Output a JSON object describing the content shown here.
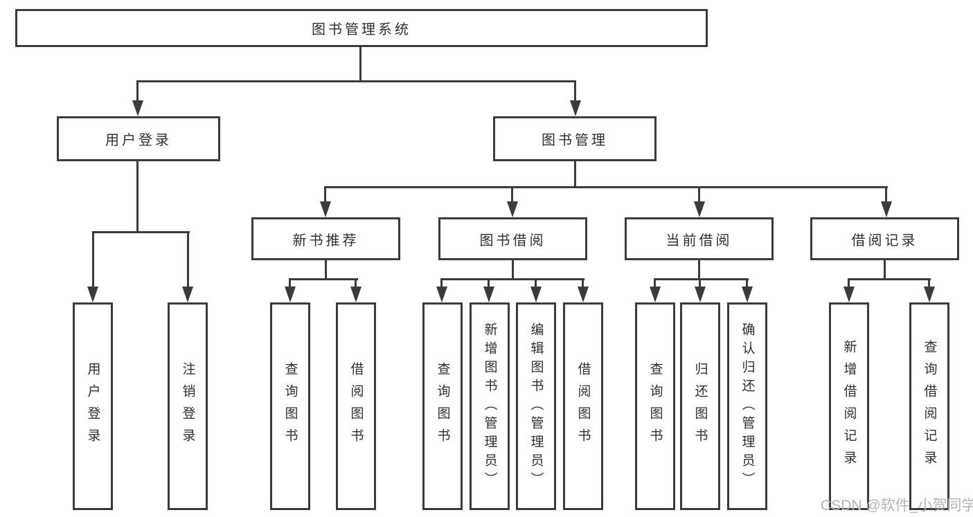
{
  "root": {
    "label": "图书管理系统"
  },
  "level2": [
    {
      "label": "用户登录"
    },
    {
      "label": "图书管理"
    }
  ],
  "level3": [
    {
      "label": "新书推荐"
    },
    {
      "label": "图书借阅"
    },
    {
      "label": "当前借阅"
    },
    {
      "label": "借阅记录"
    }
  ],
  "leaves": [
    {
      "label": "用户登录"
    },
    {
      "label": "注销登录"
    },
    {
      "label": "查询图书"
    },
    {
      "label": "借阅图书"
    },
    {
      "label": "查询图书"
    },
    {
      "label": "新增图书（管理员）"
    },
    {
      "label": "编辑图书（管理员）"
    },
    {
      "label": "借阅图书"
    },
    {
      "label": "查询图书"
    },
    {
      "label": "归还图书"
    },
    {
      "label": "确认归还（管理员）"
    },
    {
      "label": "新增借阅记录"
    },
    {
      "label": "查询借阅记录"
    }
  ],
  "watermark": {
    "text": "CSDN @软件_小贺同学"
  },
  "colors": {
    "line": "#3b3b3b",
    "text": "#2f2f2f",
    "watermark": "#b5b5b5",
    "bg": "#ffffff"
  }
}
